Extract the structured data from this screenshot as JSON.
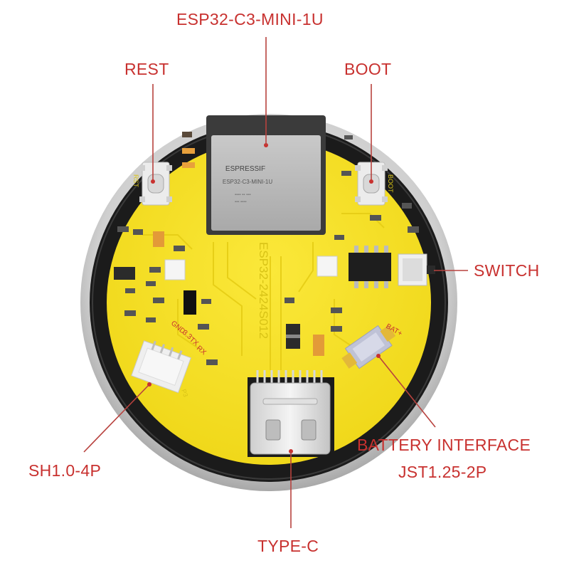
{
  "callouts": {
    "module": "ESP32-C3-MINI-1U",
    "rest": "REST",
    "boot": "BOOT",
    "switch": "SWITCH",
    "sh_connector": "SH1.0-4P",
    "battery_line1": "BATTERY INTERFACE",
    "battery_line2": "JST1.25-2P",
    "type_c": "TYPE-C"
  },
  "board": {
    "module_brand": "ESPRESSIF",
    "module_model": "ESP32-C3-MINI-1U",
    "board_model": "ESP32-2424S012",
    "rst_silk": "RST",
    "boot_silk": "BOOT",
    "pin_gnd": "GND",
    "pin_3v3": "3.3",
    "pin_tx": "TX",
    "pin_rx": "RX",
    "bat_silk": "BAT+",
    "p3_silk": "P3"
  },
  "colors": {
    "callout_text": "#c8312f",
    "leader_line": "#b8423e",
    "pcb_yellow": "#f5e11c",
    "bezel_black": "#1b1b1b",
    "metal_rim": "#d9d9d9"
  }
}
